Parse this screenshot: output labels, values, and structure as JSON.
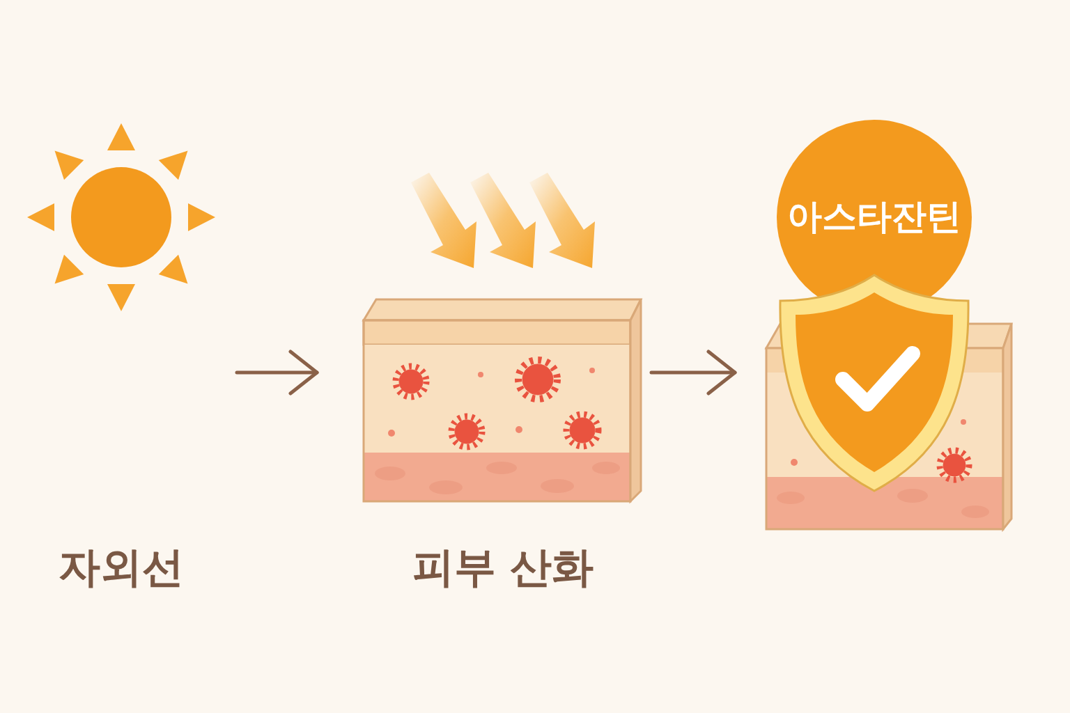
{
  "diagram": {
    "nodes": [
      {
        "text": [
          "자외선"
        ]
      },
      {
        "text": [
          "피부 산화"
        ]
      },
      {
        "text": [
          "아스타잔틴"
        ]
      }
    ],
    "edges": [
      {
        "from": 0,
        "to": 1,
        "arrow": "to"
      },
      {
        "from": 1,
        "to": 2,
        "arrow": "to"
      }
    ]
  }
}
